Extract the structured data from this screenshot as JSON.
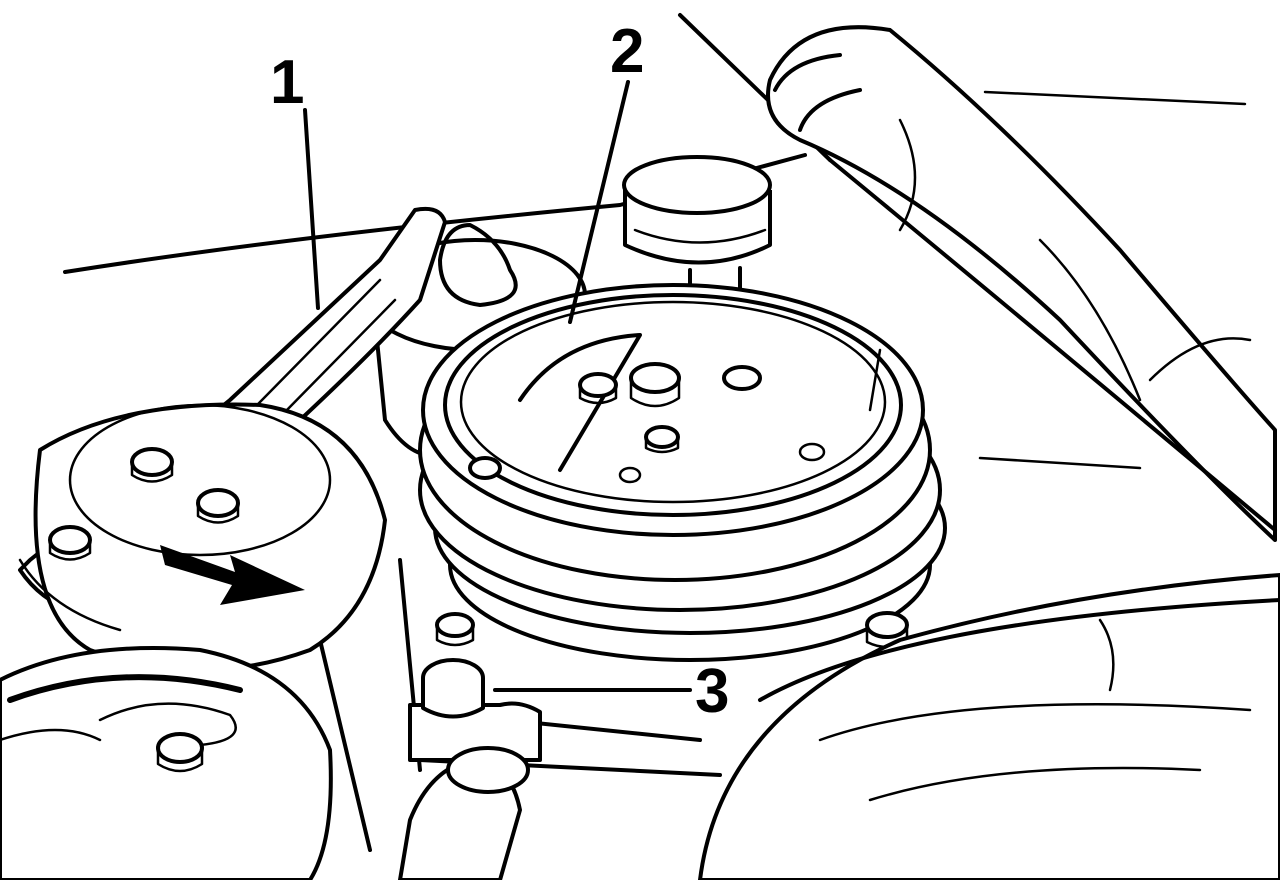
{
  "callouts": [
    {
      "id": "1",
      "label": "1"
    },
    {
      "id": "2",
      "label": "2"
    },
    {
      "id": "3",
      "label": "3"
    }
  ],
  "colors": {
    "ink": "#000000",
    "paper": "#ffffff"
  },
  "icons": {
    "direction": "arrow-icon"
  }
}
